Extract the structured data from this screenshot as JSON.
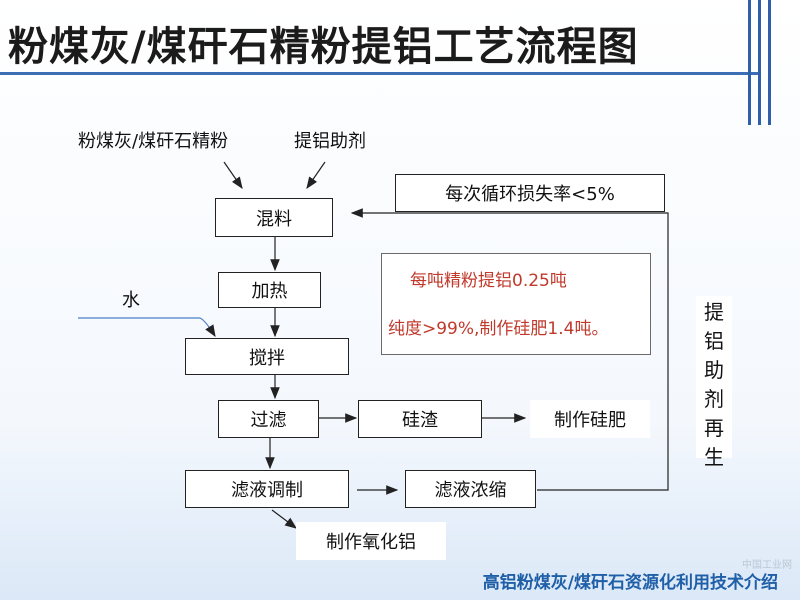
{
  "title": "粉煤灰/煤矸石精粉提铝工艺流程图",
  "inputs": {
    "raw_material": "粉煤灰/煤矸石精粉",
    "additive": "提铝助剂",
    "water": "水"
  },
  "steps": {
    "mix": "混料",
    "heat": "加热",
    "stir": "搅拌",
    "filter": "过滤",
    "prepare": "滤液调制",
    "silica_slag": "硅渣",
    "concentrate": "滤液浓缩",
    "fertilizer": "制作硅肥",
    "alumina": "制作氧化铝"
  },
  "recycle_note": "每次循环损失率<5%",
  "info_note": {
    "line1": "每吨精粉提铝0.25吨",
    "line2": "纯度>99%,制作硅肥1.4吨。"
  },
  "regen_label": [
    "提",
    "铝",
    "助",
    "剂",
    "再",
    "生"
  ],
  "footer": "高铝粉煤灰/煤矸石资源化利用技术介绍",
  "watermark": "中国工业网",
  "colors": {
    "accent": "#2e5fa8",
    "note_text": "#c0392b",
    "footer": "#1f5fa8"
  }
}
